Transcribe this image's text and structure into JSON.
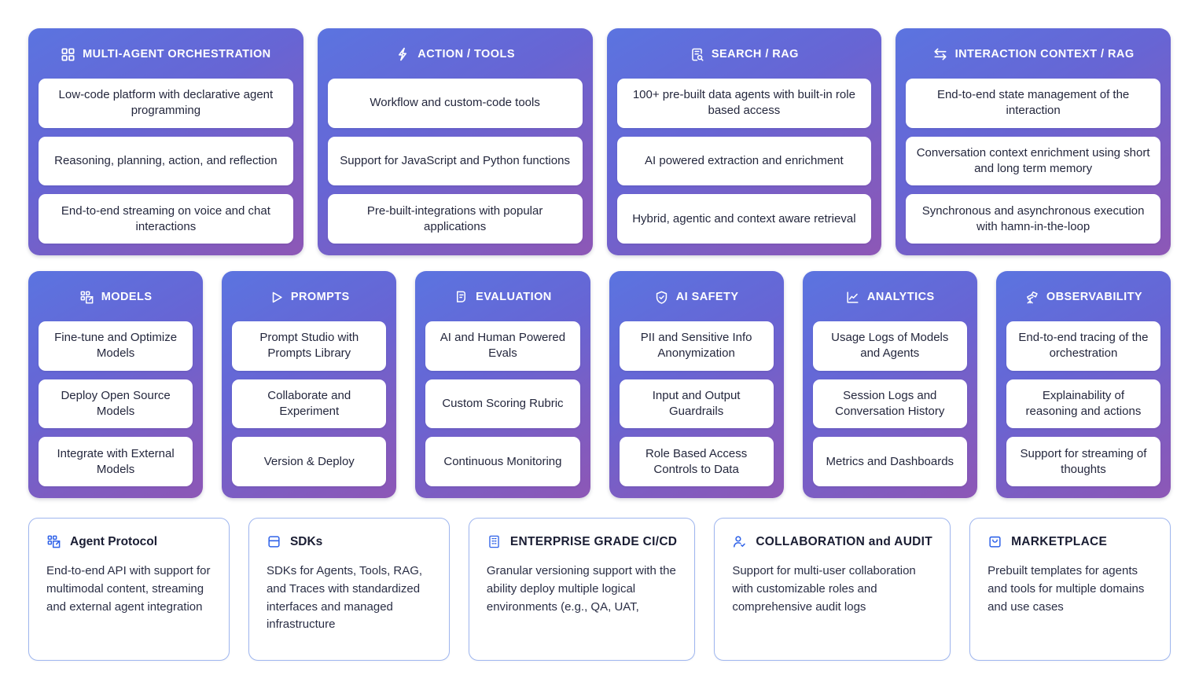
{
  "top_row": [
    {
      "id": "multi-agent-orchestration",
      "icon": "grid-2x2-icon",
      "title": "MULTI-AGENT ORCHESTRATION",
      "items": [
        "Low-code platform with declarative agent programming",
        "Reasoning, planning, action, and reflection",
        "End-to-end streaming on voice and chat interactions"
      ]
    },
    {
      "id": "action-tools",
      "icon": "lightning-bolt-icon",
      "title": "ACTION / TOOLS",
      "items": [
        "Workflow and custom-code tools",
        "Support for JavaScript and Python functions",
        "Pre-built-integrations with popular applications"
      ]
    },
    {
      "id": "search-rag",
      "icon": "document-search-icon",
      "title": "SEARCH / RAG",
      "items": [
        "100+ pre-built data agents with built-in role based access",
        "AI powered extraction and enrichment",
        "Hybrid, agentic and context aware retrieval"
      ]
    },
    {
      "id": "interaction-context-rag",
      "icon": "exchange-arrows-icon",
      "title": "INTERACTION CONTEXT / RAG",
      "items": [
        "End-to-end state management of the interaction",
        "Conversation context enrichment using short and long term memory",
        "Synchronous and asynchronous execution with hamn-in-the-loop"
      ]
    }
  ],
  "mid_row": [
    {
      "id": "models",
      "icon": "layers-grid-icon",
      "title": "MODELS",
      "items": [
        "Fine-tune and Optimize Models",
        "Deploy Open Source Models",
        "Integrate with External Models"
      ]
    },
    {
      "id": "prompts",
      "icon": "play-triangle-icon",
      "title": "PROMPTS",
      "items": [
        "Prompt Studio with Prompts Library",
        "Collaborate and Experiment",
        "Version & Deploy"
      ]
    },
    {
      "id": "evaluation",
      "icon": "clipboard-magnifier-icon",
      "title": "EVALUATION",
      "items": [
        "AI and Human Powered Evals",
        "Custom Scoring Rubric",
        "Continuous Monitoring"
      ]
    },
    {
      "id": "ai-safety",
      "icon": "shield-check-icon",
      "title": "AI SAFETY",
      "items": [
        "PII and Sensitive Info Anonymization",
        "Input and Output Guardrails",
        "Role Based Access Controls to Data"
      ]
    },
    {
      "id": "analytics",
      "icon": "line-chart-icon",
      "title": "ANALYTICS",
      "items": [
        "Usage Logs of Models and Agents",
        "Session Logs and Conversation History",
        "Metrics and Dashboards"
      ]
    },
    {
      "id": "observability",
      "icon": "telescope-icon",
      "title": "OBSERVABILITY",
      "items": [
        "End-to-end tracing of the orchestration",
        "Explainability of reasoning and actions",
        "Support for streaming of thoughts"
      ]
    }
  ],
  "bottom_row": [
    {
      "id": "agent-protocol",
      "icon": "layers-grid-icon",
      "title": "Agent Protocol",
      "title_style": "mixed",
      "description": "End-to-end API with support for multimodal content, streaming and external agent integration"
    },
    {
      "id": "sdks",
      "icon": "window-panel-icon",
      "title": "SDKs",
      "title_style": "mixed",
      "description": "SDKs for Agents, Tools, RAG, and Traces with standardized interfaces and managed infrastructure"
    },
    {
      "id": "enterprise-grade-ci-cd",
      "icon": "building-icon",
      "title": "ENTERPRISE GRADE CI/CD",
      "title_style": "caps",
      "description": "Granular versioning support with the ability deploy multiple logical environments (e.g., QA, UAT,"
    },
    {
      "id": "collaboration-and-audit",
      "icon": "user-check-icon",
      "title": "COLLABORATION and AUDIT",
      "title_style": "caps",
      "description": "Support for multi-user collaboration with customizable roles and comprehensive audit logs"
    },
    {
      "id": "marketplace",
      "icon": "shopping-bag-icon",
      "title": "MARKETPLACE",
      "title_style": "caps",
      "description": "Prebuilt templates for agents and tools for multiple domains and use cases"
    }
  ],
  "colors": {
    "gradient_start": "#5b74e0",
    "gradient_end": "#8d57b6",
    "pill_bg": "#ffffff",
    "pill_text": "#24273d",
    "outline_border": "#9fb6ef",
    "outline_icon": "#2f62e8",
    "page_bg": "#ffffff"
  },
  "layout": {
    "top_row_widths": [
      352,
      352,
      352,
      352
    ],
    "mid_row_widths": [
      225,
      225,
      225,
      225,
      225,
      225
    ],
    "bottom_row_widths": [
      280,
      280,
      280,
      280,
      280
    ]
  }
}
